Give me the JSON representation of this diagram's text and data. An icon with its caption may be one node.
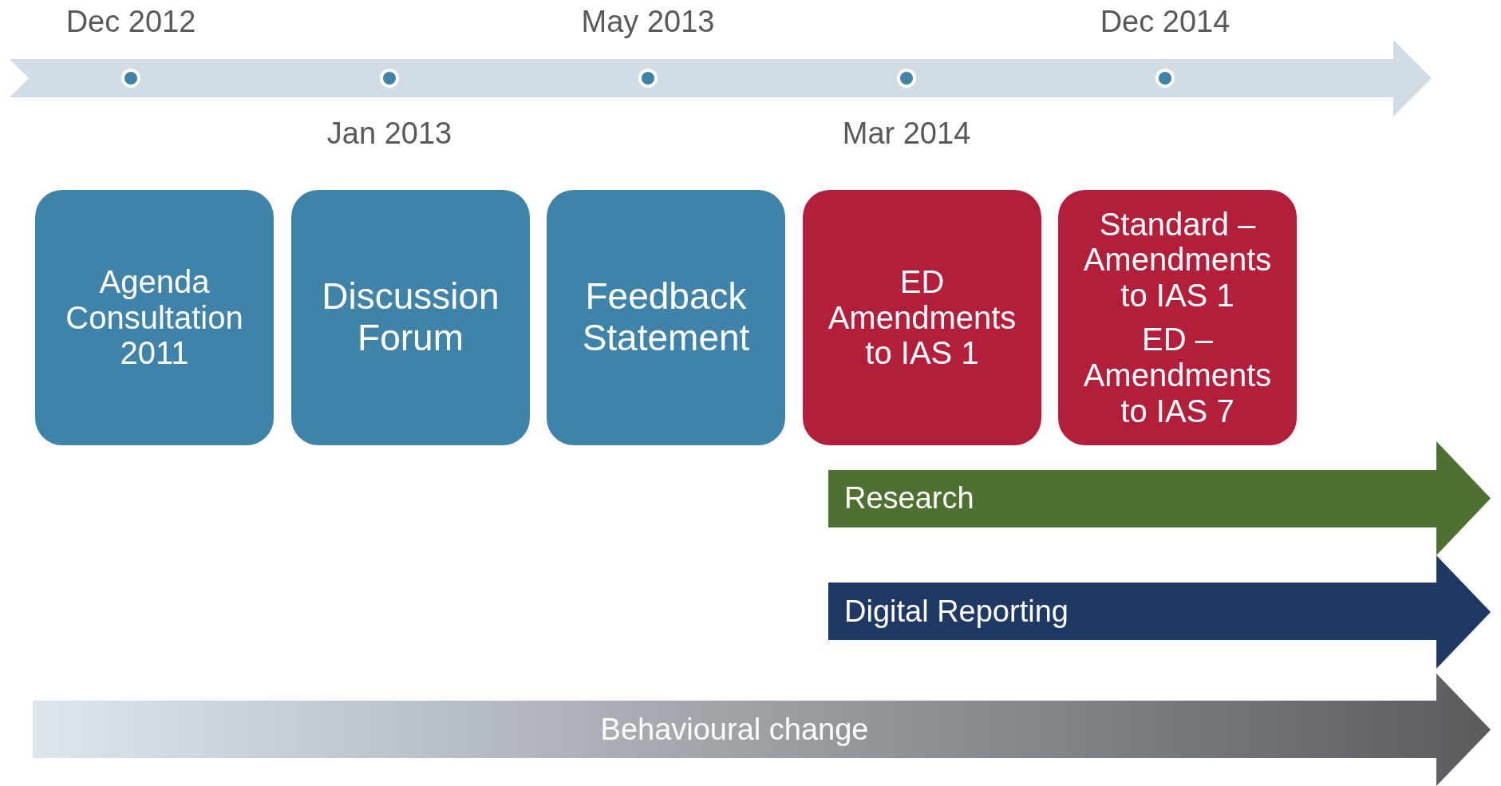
{
  "diagram": {
    "nodes": [
      {
        "text": [
          "Agenda Consultation 2011"
        ]
      },
      {
        "text": [
          "Discussion Forum"
        ]
      },
      {
        "text": [
          "Feedback Statement"
        ]
      },
      {
        "text": [
          "ED Amendments to IAS 1"
        ]
      },
      {
        "text": [
          "Standard – Amendments to IAS 1",
          "ED – Amendments to IAS 7"
        ]
      },
      {
        "text": [
          "Research"
        ]
      },
      {
        "text": [
          "Digital Reporting"
        ]
      },
      {
        "text": [
          "Behavioural change"
        ]
      }
    ],
    "labels": [
      "Dec 2012",
      "May 2013",
      "Dec 2014",
      "Jan 2013",
      "Mar 2014"
    ]
  }
}
